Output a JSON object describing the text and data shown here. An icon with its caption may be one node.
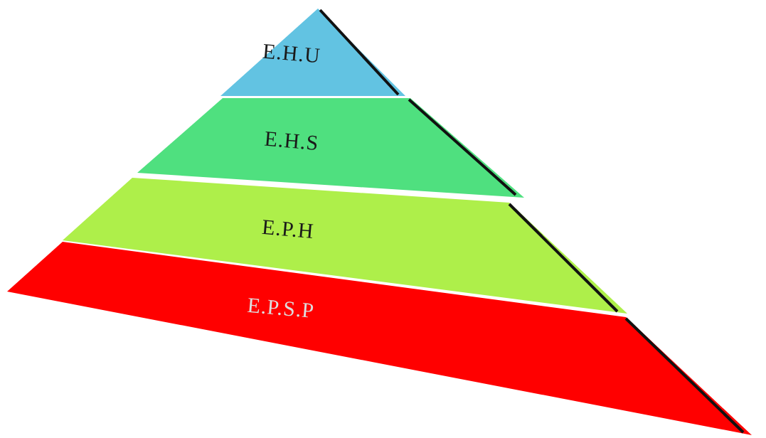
{
  "diagram": {
    "nodes": [
      {
        "text": [
          "E.H.U"
        ]
      },
      {
        "text": [
          "E.H.S"
        ]
      },
      {
        "text": [
          "E.P.H"
        ]
      },
      {
        "text": [
          "E.P.S.P"
        ]
      }
    ],
    "edges": []
  }
}
